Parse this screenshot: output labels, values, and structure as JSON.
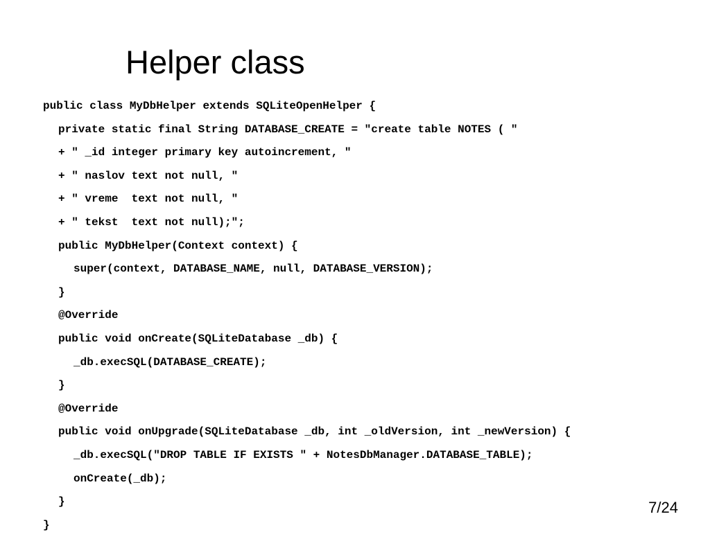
{
  "slide": {
    "title": "Helper class",
    "page_number": "7/24"
  },
  "code_lines": [
    {
      "indent": 0,
      "text": "public class MyDbHelper extends SQLiteOpenHelper {"
    },
    {
      "indent": 1,
      "text": "private static final String DATABASE_CREATE = \"create table NOTES ( \""
    },
    {
      "indent": 1,
      "text": "+ \" _id integer primary key autoincrement, \""
    },
    {
      "indent": 1,
      "text": "+ \" naslov text not null, \""
    },
    {
      "indent": 1,
      "text": "+ \" vreme  text not null, \""
    },
    {
      "indent": 1,
      "text": "+ \" tekst  text not null);\";"
    },
    {
      "indent": 1,
      "text": "public MyDbHelper(Context context) {"
    },
    {
      "indent": 2,
      "text": "super(context, DATABASE_NAME, null, DATABASE_VERSION);"
    },
    {
      "indent": 1,
      "text": "}"
    },
    {
      "indent": 1,
      "text": "@Override"
    },
    {
      "indent": 1,
      "text": "public void onCreate(SQLiteDatabase _db) {"
    },
    {
      "indent": 2,
      "text": "_db.execSQL(DATABASE_CREATE);"
    },
    {
      "indent": 1,
      "text": "}"
    },
    {
      "indent": 1,
      "text": "@Override"
    },
    {
      "indent": 1,
      "text": "public void onUpgrade(SQLiteDatabase _db, int _oldVersion, int _newVersion) {"
    },
    {
      "indent": 2,
      "text": "_db.execSQL(\"DROP TABLE IF EXISTS \" + NotesDbManager.DATABASE_TABLE);"
    },
    {
      "indent": 2,
      "text": "onCreate(_db);"
    },
    {
      "indent": 1,
      "text": "}"
    },
    {
      "indent": 0,
      "text": "}"
    }
  ]
}
